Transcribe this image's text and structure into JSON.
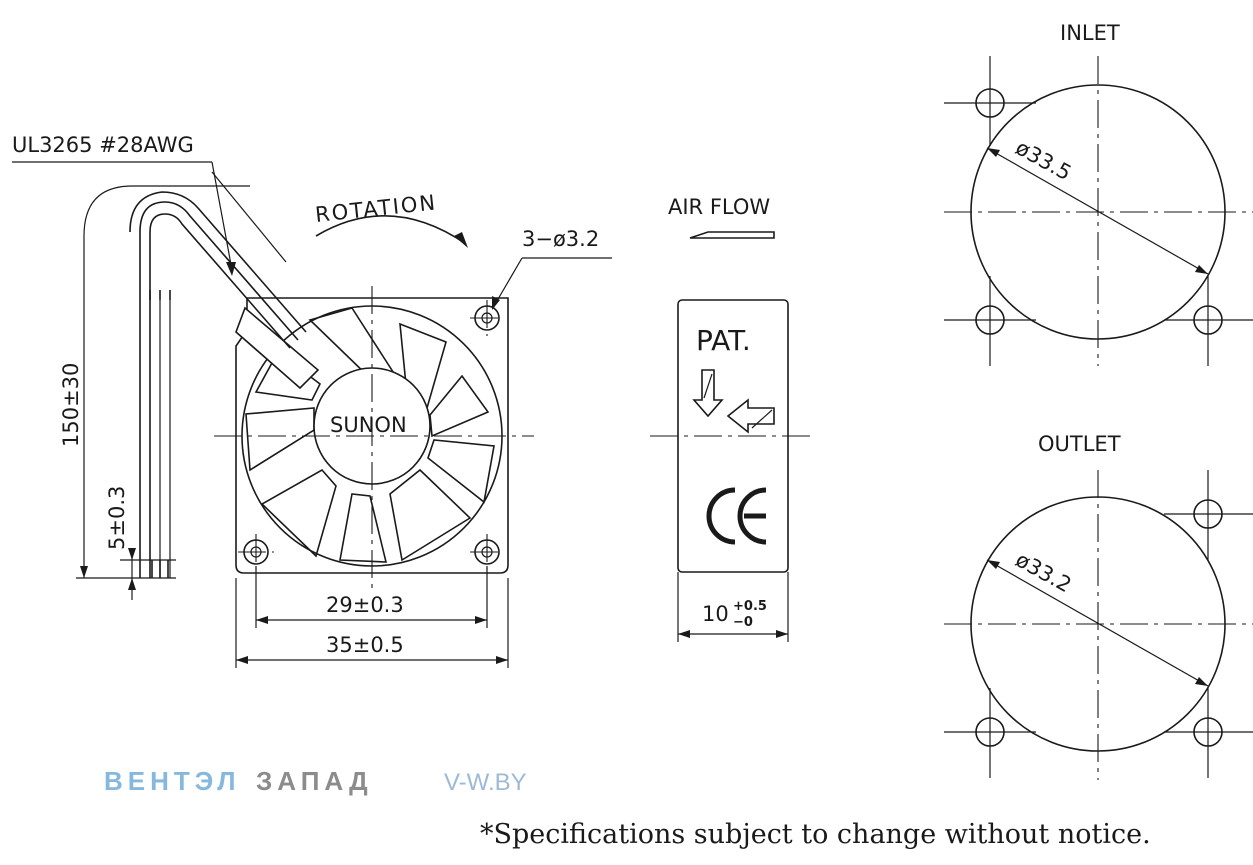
{
  "labels": {
    "inlet": "INLET",
    "outlet": "OUTLET",
    "wire": "UL3265  #28AWG",
    "rotation": "ROTATION",
    "air_flow": "AIR FLOW",
    "holes": "3−ø3.2",
    "lead_length": "150±30",
    "strip_length": "5±0.3",
    "hole_pitch": "29±0.3",
    "frame_size": "35±0.5",
    "thickness_base": "10",
    "thickness_tol_upper": "+0.5",
    "thickness_tol_lower": "−0",
    "brand": "SUNON",
    "patent": "PAT.",
    "ce": "CE",
    "inlet_diameter": "ø33.5",
    "outlet_diameter": "ø33.2"
  },
  "watermark": {
    "company_part1": "ВЕНТЭЛ",
    "company_part2": "ЗАПАД",
    "site": "V-W.BY",
    "colors": {
      "blue": "#86b8de",
      "gray": "#8c8c8c"
    }
  },
  "footer": {
    "note": "*Specifications subject to change without notice."
  }
}
